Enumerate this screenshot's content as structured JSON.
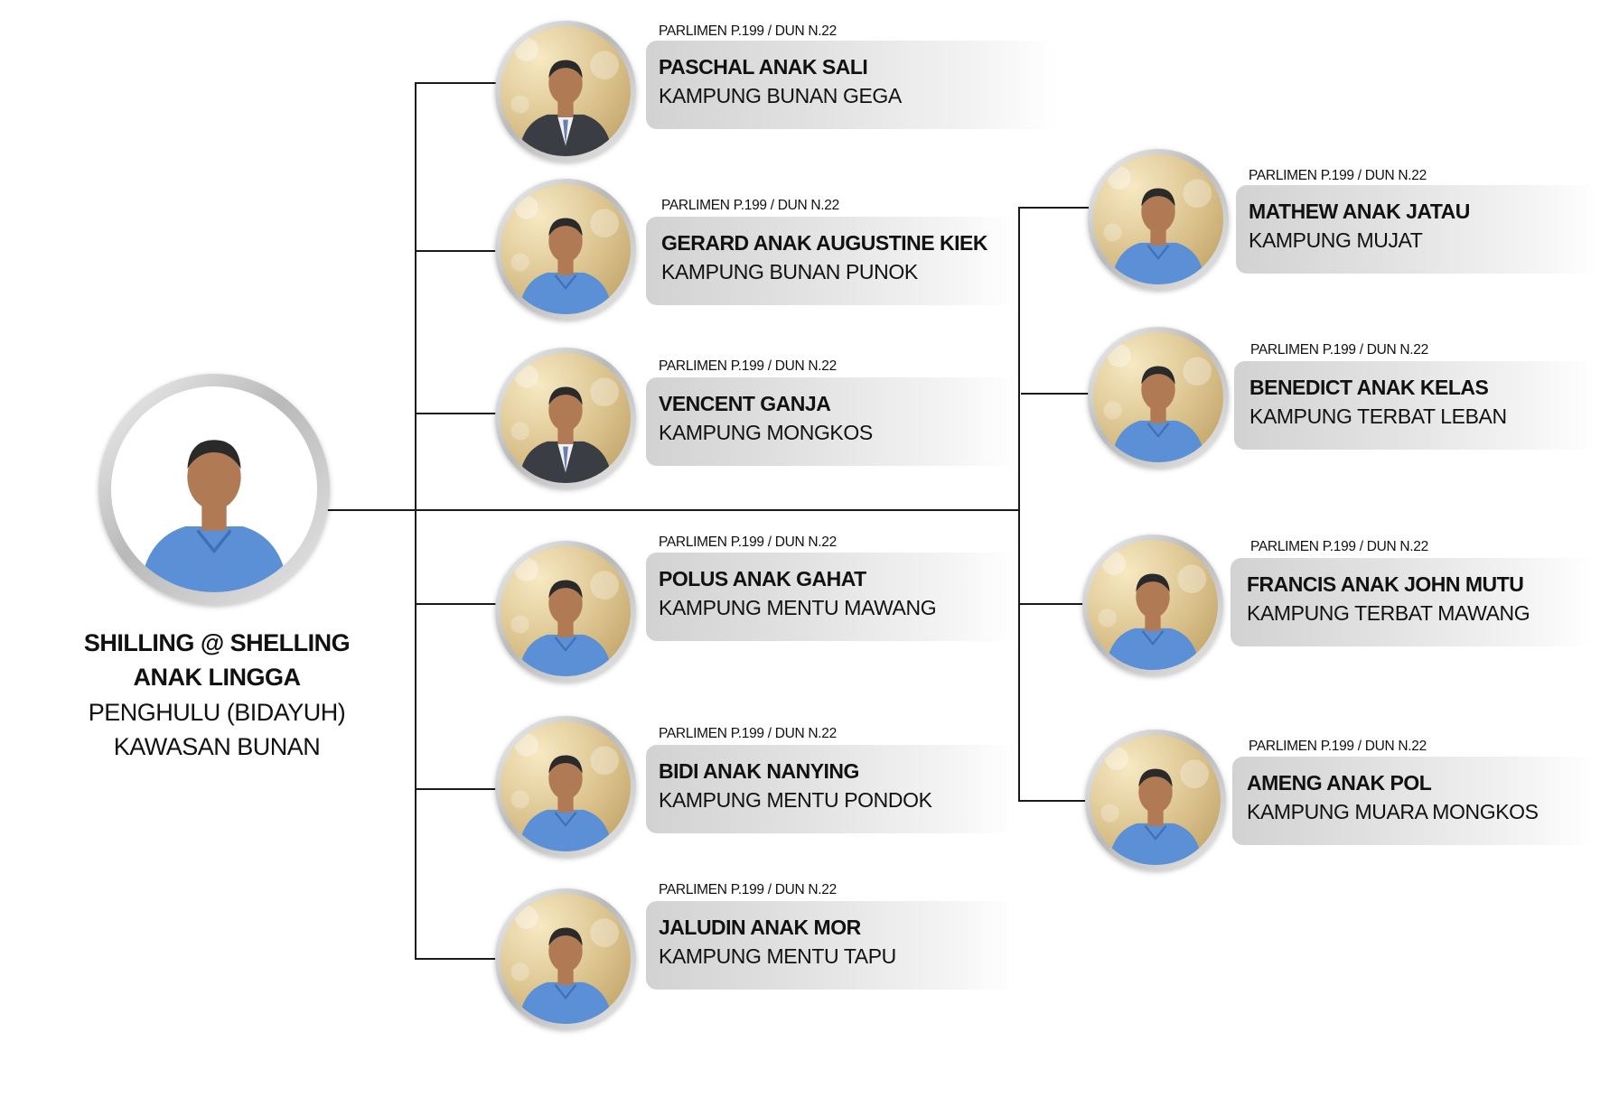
{
  "head": {
    "name_line1": "SHILLING @ SHELLING",
    "name_line2": "ANAK LINGGA",
    "title_line1": "PENGHULU (BIDAYUH)",
    "title_line2": "KAWASAN BUNAN"
  },
  "members_left": [
    {
      "label": "PARLIMEN P.199 / DUN N.22",
      "name": "PASCHAL ANAK SALI",
      "village": "KAMPUNG BUNAN GEGA",
      "attire": "suit"
    },
    {
      "label": "PARLIMEN P.199 / DUN N.22",
      "name": "GERARD ANAK AUGUSTINE KIEK",
      "village": "KAMPUNG BUNAN PUNOK",
      "attire": "uniform"
    },
    {
      "label": "PARLIMEN P.199 / DUN N.22",
      "name": "VENCENT GANJA",
      "village": "KAMPUNG MONGKOS",
      "attire": "suit"
    },
    {
      "label": "PARLIMEN P.199 / DUN N.22",
      "name": "POLUS ANAK GAHAT",
      "village": "KAMPUNG MENTU MAWANG",
      "attire": "uniform"
    },
    {
      "label": "PARLIMEN P.199 / DUN N.22",
      "name": "BIDI ANAK NANYING",
      "village": "KAMPUNG MENTU PONDOK",
      "attire": "uniform"
    },
    {
      "label": "PARLIMEN P.199 / DUN N.22",
      "name": "JALUDIN ANAK MOR",
      "village": "KAMPUNG MENTU TAPU",
      "attire": "uniform"
    }
  ],
  "members_right": [
    {
      "label": "PARLIMEN P.199 / DUN N.22",
      "name": "MATHEW ANAK JATAU",
      "village": "KAMPUNG MUJAT",
      "attire": "uniform"
    },
    {
      "label": "PARLIMEN P.199 / DUN N.22",
      "name": "BENEDICT ANAK KELAS",
      "village": "KAMPUNG TERBAT LEBAN",
      "attire": "uniform"
    },
    {
      "label": "PARLIMEN P.199 / DUN N.22",
      "name": "FRANCIS ANAK JOHN MUTU",
      "village": "KAMPUNG TERBAT MAWANG",
      "attire": "uniform"
    },
    {
      "label": "PARLIMEN P.199 / DUN N.22",
      "name": "AMENG ANAK POL",
      "village": "KAMPUNG MUARA MONGKOS",
      "attire": "uniform"
    }
  ],
  "colors": {
    "line": "#1a1a1a",
    "uniform": "#5b8fd6",
    "suit": "#3a3d44",
    "skin": "#b07a55",
    "hair": "#2a2a2a"
  }
}
